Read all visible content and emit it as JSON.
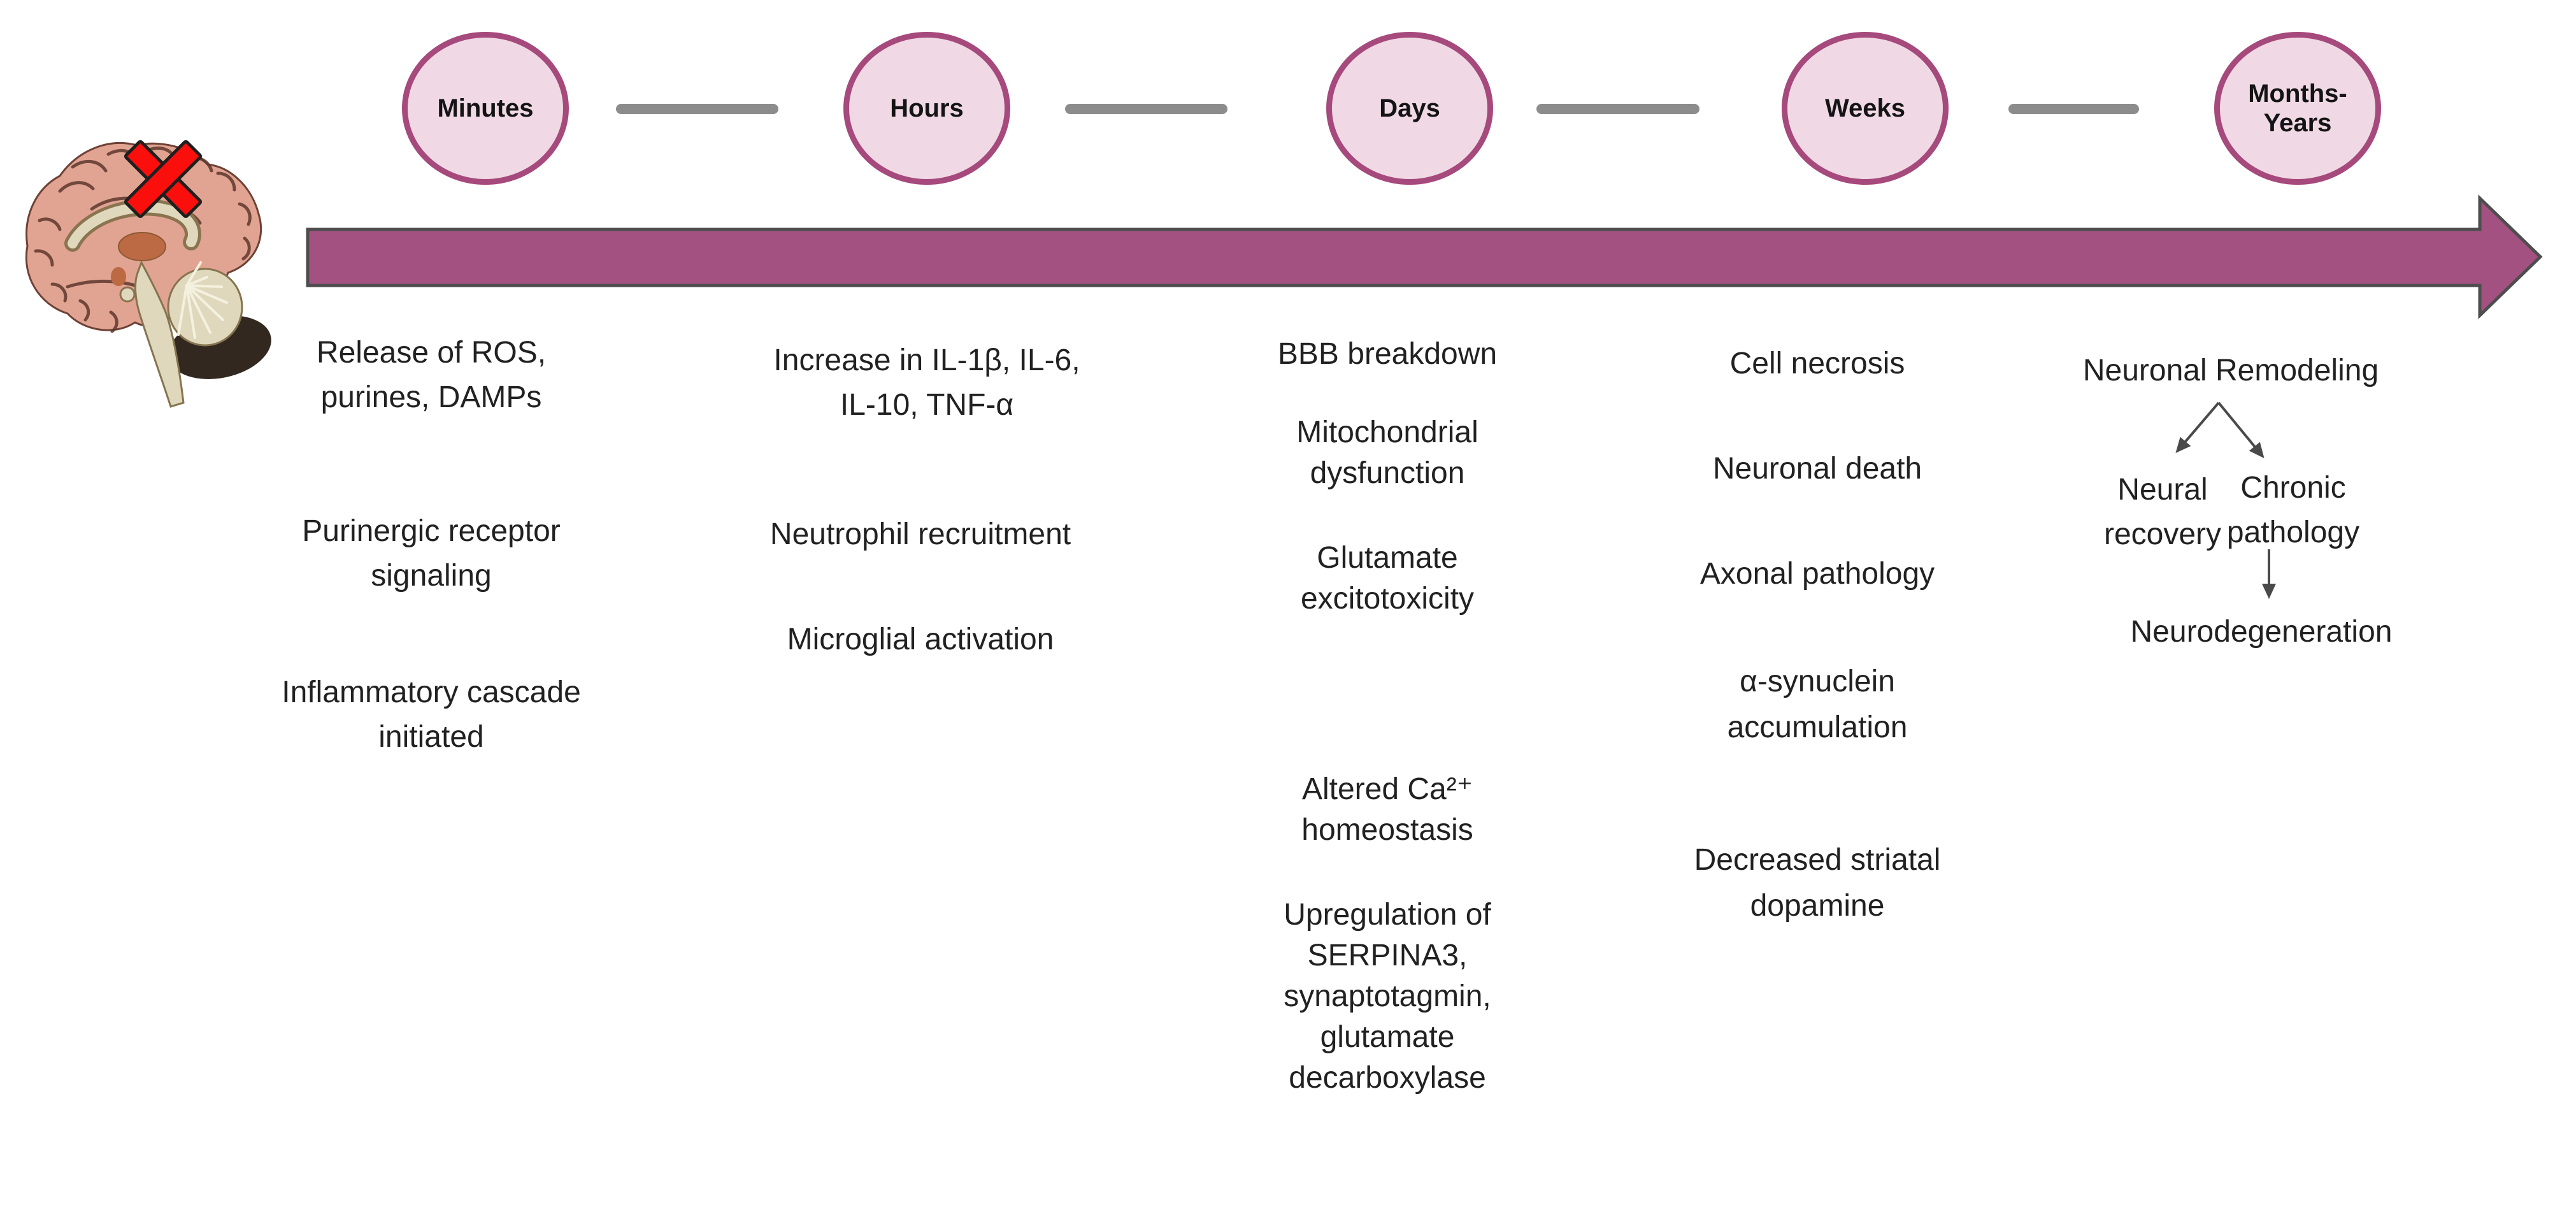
{
  "colors": {
    "background": "#FFFFFF",
    "circle_fill": "#F0D9E4",
    "circle_border": "#A6497C",
    "arrow_fill": "#A35180",
    "arrow_border": "#4D4D4D",
    "connector": "#8C8C8C",
    "branch_arrow": "#4A4A4A",
    "text": "#212121",
    "x_mark": "#FB0F0C"
  },
  "icons": {
    "brain": "brain-illustration",
    "x_mark": "injury-site-x-icon",
    "timeline_arrow": "timeline-arrow-right"
  },
  "timeline": {
    "stages": [
      {
        "label_lines": [
          "Minutes"
        ],
        "events": [
          {
            "lines": [
              "Release of ROS,",
              "purines, DAMPs"
            ]
          },
          {
            "lines": [
              "Purinergic receptor",
              "signaling"
            ]
          },
          {
            "lines": [
              "Inflammatory cascade",
              "initiated"
            ]
          }
        ]
      },
      {
        "label_lines": [
          "Hours"
        ],
        "events": [
          {
            "lines": [
              "Increase in IL-1β, IL-6,",
              "IL-10, TNF-α"
            ]
          },
          {
            "lines": [
              "Neutrophil recruitment"
            ]
          },
          {
            "lines": [
              "Microglial activation"
            ]
          }
        ]
      },
      {
        "label_lines": [
          "Days"
        ],
        "events": [
          {
            "lines": [
              "BBB breakdown"
            ]
          },
          {
            "lines": [
              "Mitochondrial",
              "dysfunction"
            ]
          },
          {
            "lines": [
              "Glutamate",
              "excitotoxicity"
            ]
          },
          {
            "lines": [
              "Altered Ca²⁺",
              "homeostasis"
            ]
          },
          {
            "lines": [
              "Upregulation of",
              "SERPINA3,",
              "synaptotagmin,",
              "glutamate",
              "decarboxylase"
            ]
          }
        ]
      },
      {
        "label_lines": [
          "Weeks"
        ],
        "events": [
          {
            "lines": [
              "Cell necrosis"
            ]
          },
          {
            "lines": [
              "Neuronal death"
            ]
          },
          {
            "lines": [
              "Axonal pathology"
            ]
          },
          {
            "lines": [
              "α-synuclein",
              "accumulation"
            ]
          },
          {
            "lines": [
              "Decreased striatal",
              "dopamine"
            ]
          }
        ]
      },
      {
        "label_lines": [
          "Months-",
          "Years"
        ],
        "events": [
          {
            "lines": [
              "Neuronal Remodeling"
            ]
          },
          {
            "lines": [
              "Neural",
              "recovery"
            ]
          },
          {
            "lines": [
              "Chronic",
              "pathology"
            ]
          },
          {
            "lines": [
              "Neurodegeneration"
            ]
          }
        ]
      }
    ]
  }
}
